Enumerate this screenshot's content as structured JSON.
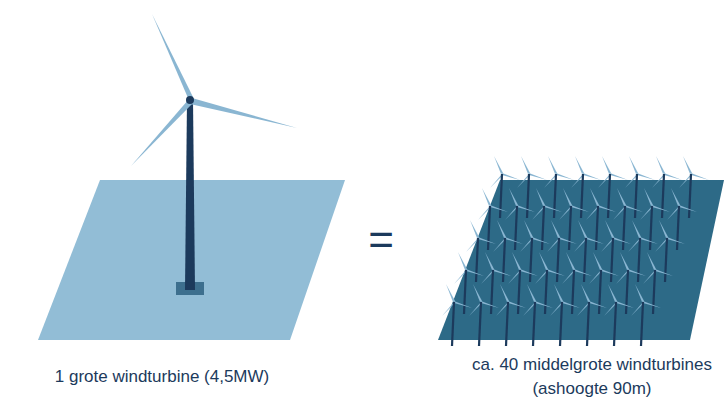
{
  "diagram": {
    "labels": [
      "1 grote windturbine (4,5MW)",
      "=",
      "ca. 40 middelgrote windturbines (ashoogte 90m)"
    ]
  }
}
